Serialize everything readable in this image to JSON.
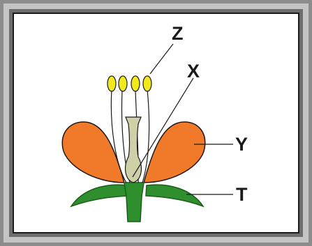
{
  "diagram": {
    "labels": {
      "z": "Z",
      "x": "X",
      "y": "Y",
      "t": "T"
    },
    "colors": {
      "frame_outer": "#8a8a8a",
      "frame_inner": "#b5b5b5",
      "background": "#ffffff",
      "petal": "#f07a2a",
      "sepal": "#2f8f2f",
      "anther": "#f2e81a",
      "pistil": "#cfcfa8",
      "outline": "#1a1a1a"
    },
    "anther_count": 4
  }
}
